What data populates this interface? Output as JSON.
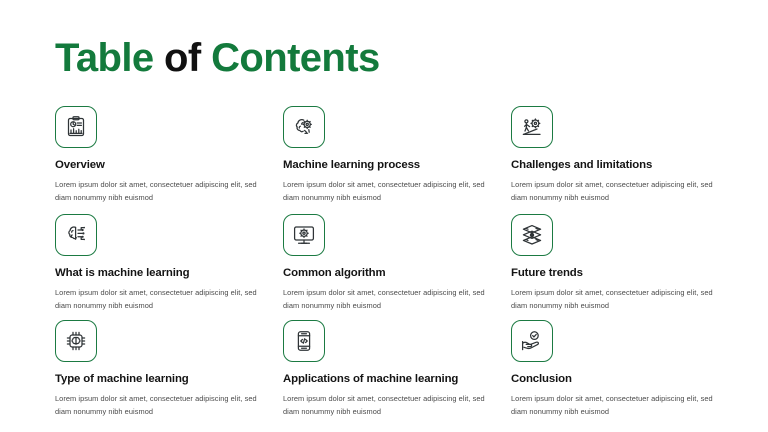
{
  "slide": {
    "title_part_1": "Table",
    "title_part_2": "of",
    "title_part_3": "Contents",
    "accent_color": "#137a3c",
    "title_black_color": "#111111",
    "icon_border_color": "#1b7a42",
    "heading_color": "#141414",
    "body_color": "#4a4a4a",
    "background_color": "#ffffff"
  },
  "items": [
    {
      "title": "Overview",
      "description": "Lorem ipsum dolor sit amet, consectetuer adipiscing elit, sed diam nonummy  nibh euismod",
      "icon": "clipboard-chart-icon"
    },
    {
      "title": "Machine learning process",
      "description": "Lorem ipsum dolor sit amet, consectetuer adipiscing elit, sed diam nonummy  nibh euismod",
      "icon": "brain-gear-icon"
    },
    {
      "title": "Challenges and limitations",
      "description": "Lorem ipsum dolor sit amet, consectetuer adipiscing elit, sed diam nonummy  nibh euismod",
      "icon": "person-pushing-gear-icon"
    },
    {
      "title": "What is machine learning",
      "description": "Lorem ipsum dolor sit amet, consectetuer adipiscing elit, sed diam nonummy  nibh euismod",
      "icon": "brain-circuit-icon"
    },
    {
      "title": "Common algorithm",
      "description": "Lorem ipsum dolor sit amet, consectetuer adipiscing elit, sed diam nonummy  nibh euismod",
      "icon": "monitor-gear-icon"
    },
    {
      "title": "Future trends",
      "description": "Lorem ipsum dolor sit amet, consectetuer adipiscing elit, sed diam nonummy  nibh euismod",
      "icon": "stacked-layers-icon"
    },
    {
      "title": "Type of machine learning",
      "description": "Lorem ipsum dolor sit amet, consectetuer adipiscing elit, sed diam nonummy  nibh euismod",
      "icon": "ai-chip-brain-icon"
    },
    {
      "title": "Applications of machine learning",
      "description": "Lorem ipsum dolor sit amet, consectetuer adipiscing elit, sed diam nonummy  nibh euismod",
      "icon": "mobile-code-icon"
    },
    {
      "title": "Conclusion",
      "description": "Lorem ipsum dolor sit amet, consectetuer adipiscing elit, sed diam nonummy  nibh euismod",
      "icon": "hand-check-icon"
    }
  ]
}
